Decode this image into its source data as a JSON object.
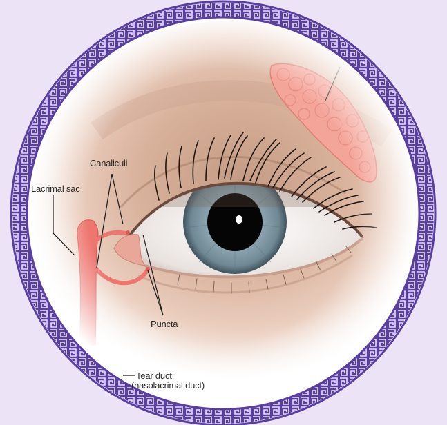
{
  "labels": {
    "lacrimal_sac": "Lacrimal sac",
    "canaliculi": "Canaliculi",
    "puncta": "Puncta",
    "tear_duct": "Tear duct",
    "tear_duct_sub": "(nasolacrimal duct)"
  },
  "colors": {
    "background": "#ECE3F7",
    "frame_border": "#5B3F9E",
    "iris": "#7E97A3",
    "pupil": "#050505",
    "gland": "#F29A90",
    "duct": "#E8625E",
    "skin": "#E8C7B3"
  }
}
